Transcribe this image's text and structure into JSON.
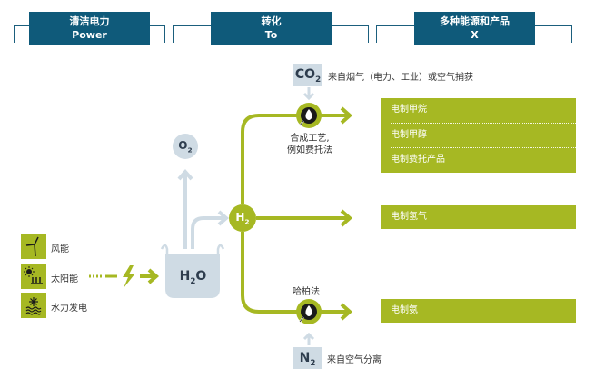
{
  "headers": [
    {
      "title": "清洁电力",
      "subtitle": "Power"
    },
    {
      "title": "转化",
      "subtitle": "To"
    },
    {
      "title": "多种能源和产品",
      "subtitle": "X"
    }
  ],
  "sources": [
    {
      "label": "风能",
      "icon": "wind-turbine-icon"
    },
    {
      "label": "太阳能",
      "icon": "solar-icon"
    },
    {
      "label": "水力发电",
      "icon": "hydro-icon"
    }
  ],
  "electrolysis": {
    "input": "H",
    "input_sub": "2",
    "input_tail": "O",
    "oxygen": "O",
    "oxygen_sub": "2",
    "hydrogen": "H",
    "hydrogen_sub": "2",
    "icon": "lightning-icon"
  },
  "co2": {
    "label": "CO",
    "label_sub": "2",
    "note": "来自烟气（电力、工业）或空气捕获"
  },
  "synthesis": {
    "note_line1": "合成工艺,",
    "note_line2": "例如费托法"
  },
  "haber": {
    "note": "哈柏法"
  },
  "n2": {
    "label": "N",
    "label_sub": "2",
    "note": "来自空气分离"
  },
  "products": {
    "group1": [
      "电制甲烷",
      "电制甲醇",
      "电制费托产品"
    ],
    "hydrogen": "电制氢气",
    "ammonia": "电制氨"
  },
  "colors": {
    "header_blue": "#0f5a7a",
    "green": "#a6b823",
    "gray_blue": "#cfdbe4",
    "dark": "#1a1a1a"
  }
}
